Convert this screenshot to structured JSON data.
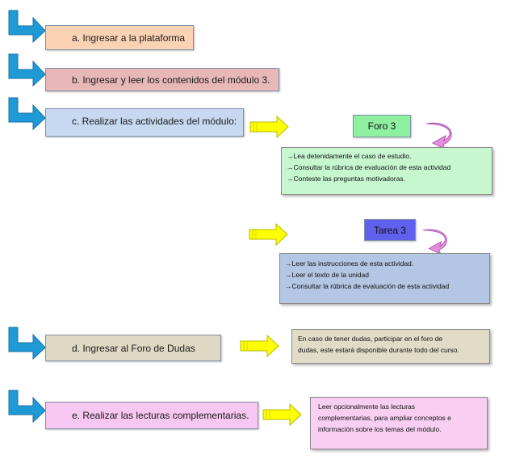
{
  "steps": {
    "a": "a.  Ingresar a la plataforma",
    "b": "b.  Ingresar y leer los contenidos del módulo 3.",
    "c": "c.  Realizar las actividades del módulo:",
    "d": "d.  Ingresar al Foro de Dudas",
    "e": "e.  Realizar las lecturas complementarias."
  },
  "foro": {
    "title": "Foro 3",
    "items": [
      "→Lea detenidamente   el caso de estudio.",
      "→Consultar  la  rúbrica  de  evaluación  de  esta  actividad",
      "→Conteste  las preguntas  motivadoras."
    ]
  },
  "tarea": {
    "title": "Tarea 3",
    "items": [
      "→Leer las instrucciones  de esta actividad.",
      "→Leer el texto de la unidad",
      "→Consultar  la rúbrica de evaluación  de esta actividad"
    ]
  },
  "dudas_note": {
    "lines": [
      "En caso de tener dudas,  participar  en el foro de",
      "dudas, este estará disponible  durante todo del curso."
    ]
  },
  "lecturas_note": {
    "lines": [
      "Leer opcionalmente   las lecturas",
      "complementarias,  para ampliar conceptos  e",
      "información sobre los temas del módulo."
    ]
  },
  "colors": {
    "l_arrow": "#1e9bd7",
    "yellow_arrow": "#ffff00",
    "curl_arrow": "#e58ee0",
    "step_a": "#fbd3b4",
    "step_b": "#e8b8b8",
    "step_c": "#c7d9f0",
    "step_d": "#dfd9c4",
    "step_e": "#f6c7f0",
    "foro_title": "#8ff0a0",
    "foro_note": "#c6f7cf",
    "tarea_title": "#6060ef",
    "tarea_note": "#b3c6e4",
    "dudas_note": "#e0dcc8",
    "lecturas_note": "#f8cff3"
  }
}
